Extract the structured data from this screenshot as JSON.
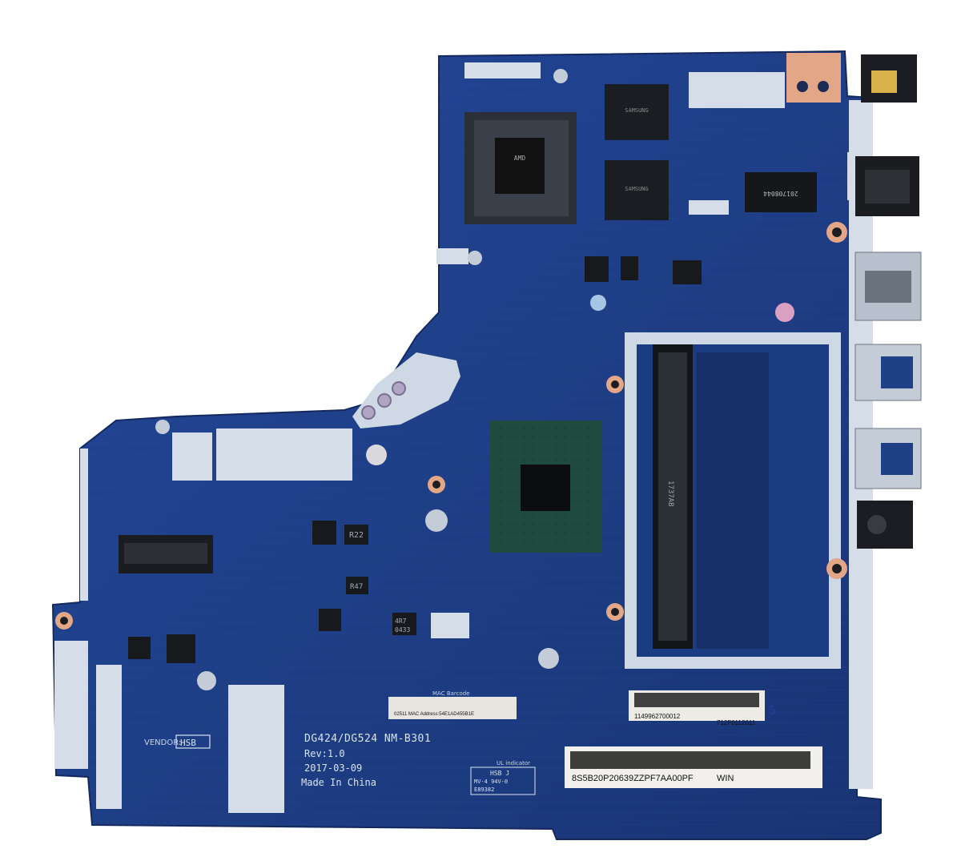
{
  "board": {
    "model": "DG424/DG524  NM-B301",
    "rev": "Rev:1.0",
    "date": "2017-03-09",
    "origin": "Made In China",
    "vendor_label": "VENDOR:",
    "vendor_value": "HSB",
    "mac_barcode_title": "MAC Barcode",
    "mac_address": "02511 MAC Address:54E1AD455B1E",
    "serial_small": "1149962700012",
    "serial_small_right": "712F0112011",
    "serial_main": "8S5B20P20639ZZPF7AA00PF",
    "serial_main_suffix": "WIN",
    "ul_title": "UL indicator",
    "ul_line1": "HSB J",
    "ul_line2": "MV-4     94V-0",
    "ul_line3": "E89382",
    "ram_label": "R22",
    "inductor_label": "R47",
    "cap_label_a": "4R7",
    "cap_label_b": "0433",
    "handwritten_mark": "5"
  },
  "colors": {
    "pcb": "#1f3f86",
    "pcb_dark": "#16306b",
    "silver": "#d4dde8",
    "copper": "#e3a687"
  }
}
